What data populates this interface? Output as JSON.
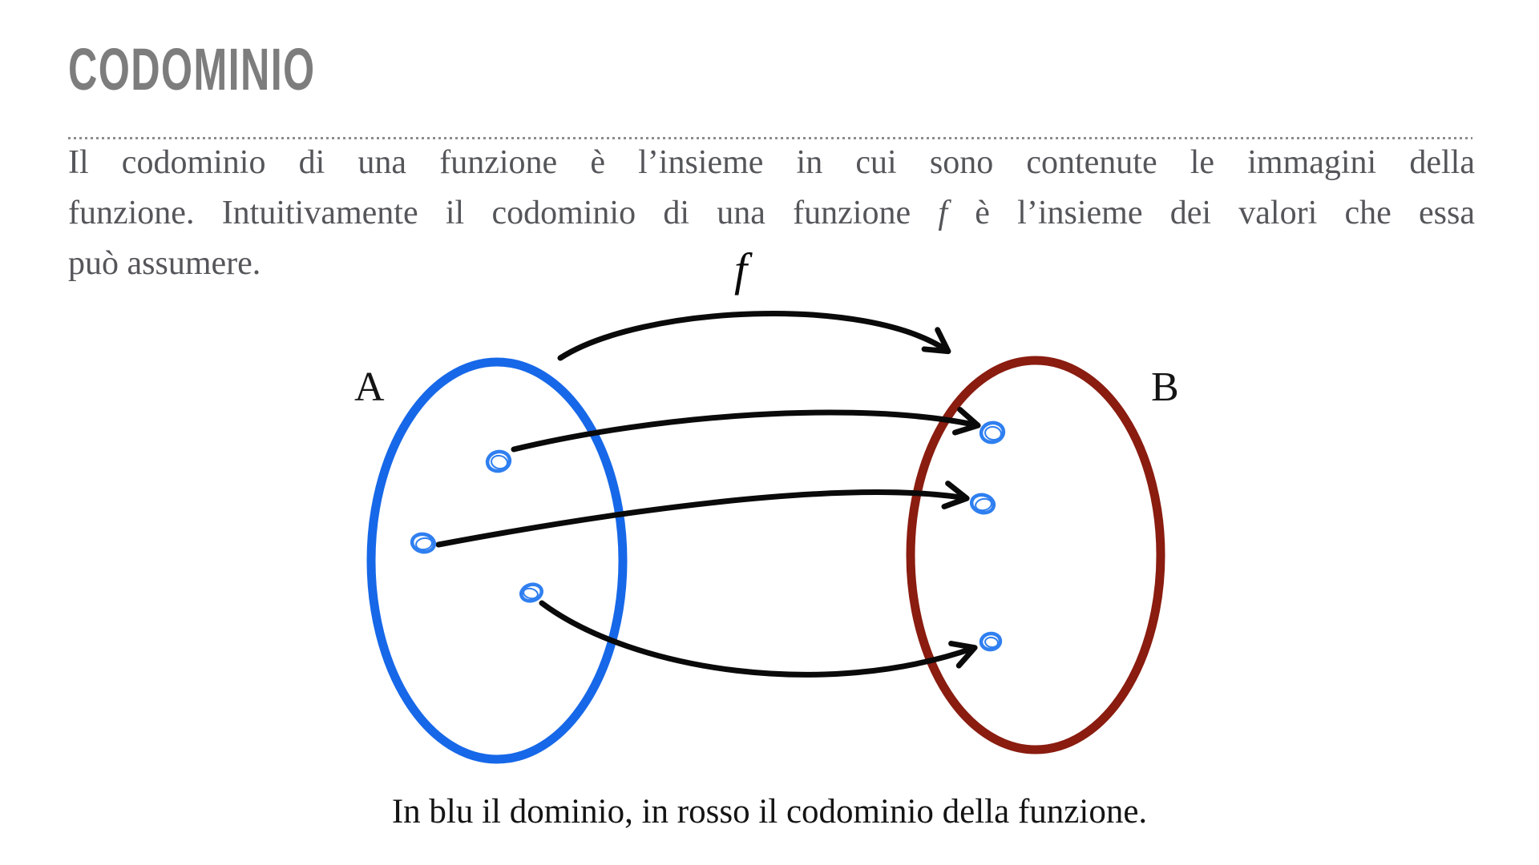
{
  "page": {
    "background": "#ffffff"
  },
  "header": {
    "title": "CODOMINIO",
    "title_color": "#7d7d7d",
    "divider_color": "#8d8d8d"
  },
  "paragraph": {
    "color": "#54565a",
    "line1": "Il codominio di una funzione è l’insieme in cui sono contenute le immagini della",
    "line2_before": "funzione. Intuitivamente il codominio di una funzione",
    "line2_f": "f",
    "line2_after": "è l’insieme dei valori che essa",
    "line3": "può assumere."
  },
  "diagram": {
    "function_label": "f",
    "domain_label": "A",
    "codomain_label": "B",
    "domain_color": "#1768e8",
    "codomain_color": "#8a1c10",
    "dot_color": "#2f7ff0",
    "arrow_color": "#0a0a0a"
  },
  "caption": {
    "text": "In blu il dominio, in rosso il codominio della funzione.",
    "color": "#141414"
  }
}
